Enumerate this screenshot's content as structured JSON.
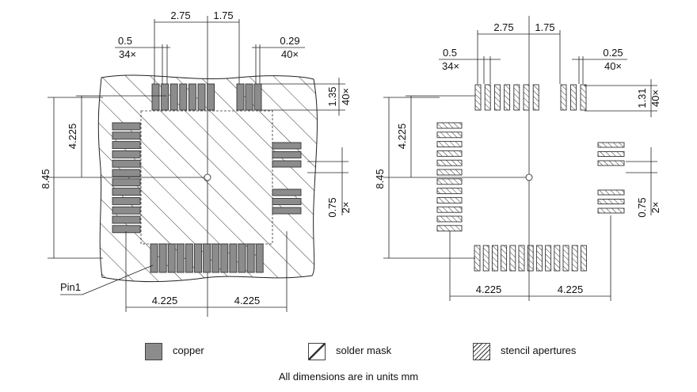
{
  "colors": {
    "copper": "#8c8c8c",
    "line": "#222222",
    "hatch": "#333333",
    "background": "#ffffff"
  },
  "left_view": {
    "dims": {
      "top_left_pitch": "2.75",
      "top_right_pitch": "1.75",
      "pad_width_left": "0.5",
      "pad_count_left": "34×",
      "pad_width_right": "0.29",
      "pad_count_right": "40×",
      "pad_length": "1.35",
      "pad_length_count": "40×",
      "height_half": "4.225",
      "height_total": "8.45",
      "pitch_right": "0.75",
      "pitch_right_count": "2×",
      "bottom_left": "4.225",
      "bottom_right": "4.225"
    },
    "pin1_label": "Pin1"
  },
  "right_view": {
    "dims": {
      "top_left_pitch": "2.75",
      "top_right_pitch": "1.75",
      "pad_width_left": "0.5",
      "pad_count_left": "34×",
      "pad_width_right": "0.25",
      "pad_count_right": "40×",
      "pad_length": "1.31",
      "pad_length_count": "40×",
      "height_half": "4.225",
      "height_total": "8.45",
      "pitch_right": "0.75",
      "pitch_right_count": "2×",
      "bottom_left": "4.225",
      "bottom_right": "4.225"
    }
  },
  "legend": {
    "copper": "copper",
    "solder_mask": "solder mask",
    "stencil": "stencil apertures"
  },
  "footer": "All dimensions are in units mm"
}
